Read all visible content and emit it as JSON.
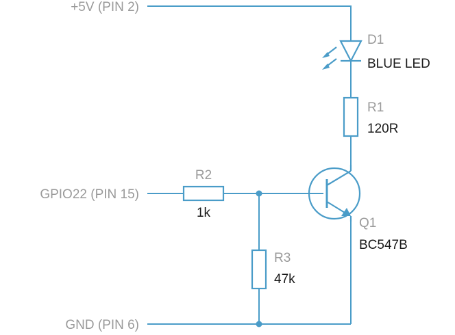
{
  "colors": {
    "wire": "#4a9cc8",
    "net_label": "#9a9a9a",
    "ref_label": "#9a9a9a",
    "value_label": "#1a1a1a"
  },
  "nets": {
    "supply": "+5V (PIN 2)",
    "gpio": "GPIO22 (PIN 15)",
    "ground": "GND (PIN 6)"
  },
  "components": {
    "d1": {
      "ref": "D1",
      "value": "BLUE LED",
      "icon": "led-icon"
    },
    "r1": {
      "ref": "R1",
      "value": "120R",
      "icon": "resistor-icon"
    },
    "r2": {
      "ref": "R2",
      "value": "1k",
      "icon": "resistor-icon"
    },
    "r3": {
      "ref": "R3",
      "value": "47k",
      "icon": "resistor-icon"
    },
    "q1": {
      "ref": "Q1",
      "value": "BC547B",
      "icon": "npn-transistor-icon"
    }
  }
}
